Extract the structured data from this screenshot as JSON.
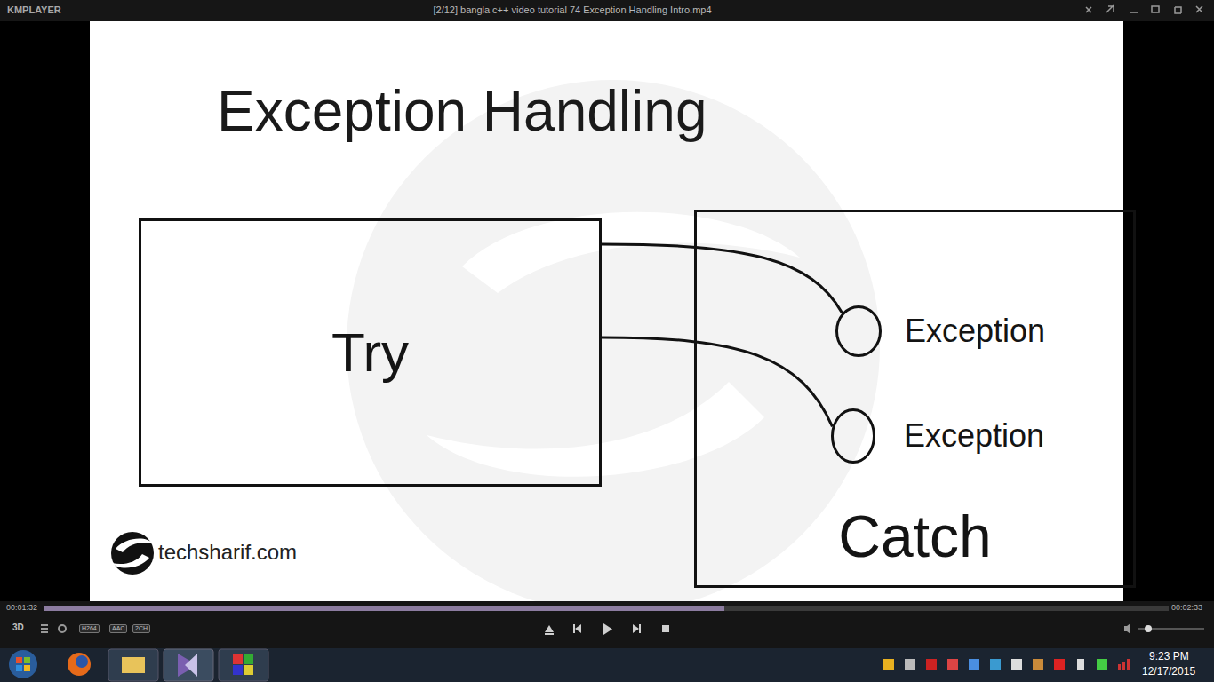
{
  "diagram": {
    "title": "Exception Handling",
    "nodes": [
      {
        "text": [
          "Try"
        ]
      },
      {
        "text": [
          "Catch"
        ]
      },
      {
        "text": [
          "Exception"
        ],
        "in": 1
      },
      {
        "text": [
          "Exception"
        ],
        "in": 1
      }
    ],
    "edges": [
      {
        "from": 0,
        "to": 2,
        "arrow": "none"
      },
      {
        "from": 0,
        "to": 3,
        "arrow": "none"
      }
    ],
    "labels": [
      "KMPLAYER",
      "[2/12] bangla c++ video tutorial 74 Exception Handling Intro.mp4",
      "techsharif.com",
      "00:01:32",
      "00:02:33",
      "H264",
      "AAC",
      "2CH",
      "3D",
      "9:23 PM",
      "12/17/2015"
    ]
  }
}
